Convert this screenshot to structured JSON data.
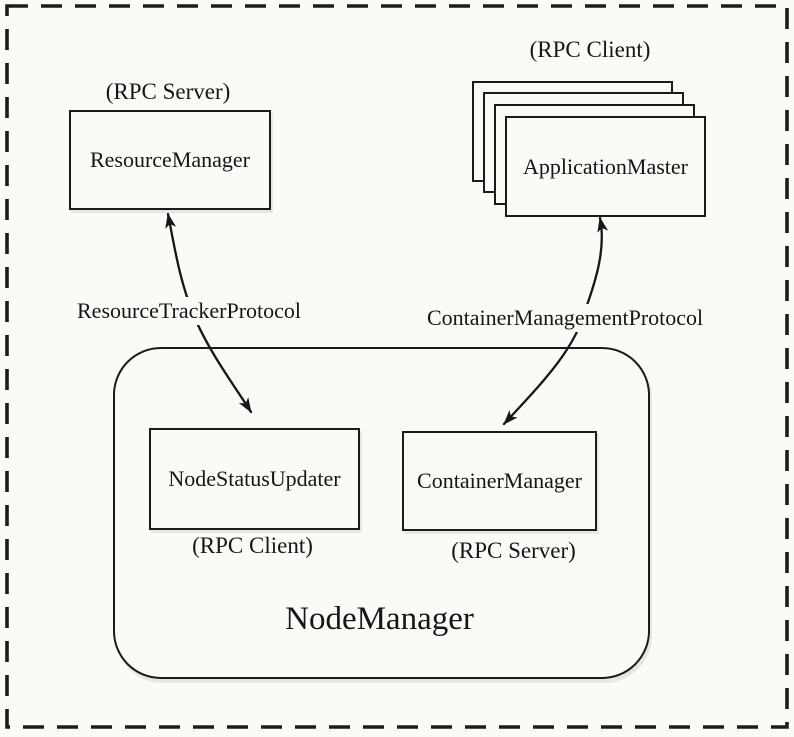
{
  "colors": {
    "ink": "#1b1b1b",
    "background": "#fbfaf7"
  },
  "resource_manager": {
    "annotation": "(RPC Server)",
    "label": "ResourceManager"
  },
  "application_master": {
    "annotation": "(RPC Client)",
    "label": "ApplicationMaster",
    "stacked_cards": 4
  },
  "protocols": {
    "resource_tracker": "ResourceTrackerProtocol",
    "container_management": "ContainerManagementProtocol"
  },
  "node_manager": {
    "label": "NodeManager",
    "node_status_updater": {
      "label": "NodeStatusUpdater",
      "annotation": "(RPC Client)"
    },
    "container_manager": {
      "label": "ContainerManager",
      "annotation": "(RPC Server)"
    }
  }
}
